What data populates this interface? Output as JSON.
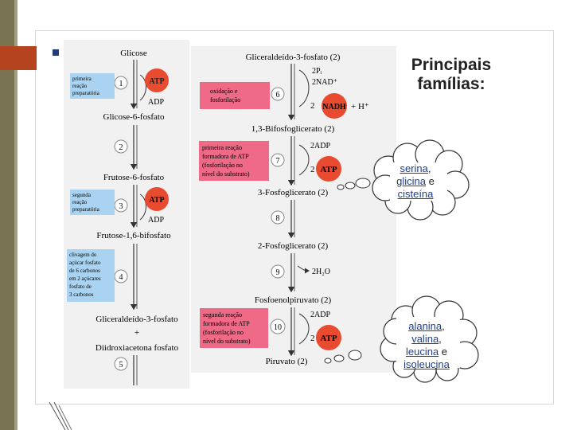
{
  "heading": {
    "line1": "Principais",
    "line2": "famílias:"
  },
  "left_panel": {
    "glicose": "Glicose",
    "atp": "ATP",
    "adp": "ADP",
    "glicose6p": "Glicose-6-fosfato",
    "frutose6p": "Frutose-6-fosfato",
    "frutose16bp": "Frutose-1,6-bifosfato",
    "gliceraldeido3p": "Gliceraldeído-3-fosfato",
    "plus": "+",
    "diidroxiacetona": "Diidroxiacetona fosfato",
    "steps": [
      "1",
      "2",
      "3",
      "4",
      "5"
    ],
    "notes": {
      "n1": [
        "primeira",
        "reação",
        "preparatória"
      ],
      "n3": [
        "segunda",
        "reação",
        "preparatória"
      ],
      "n4": [
        "clivagem do",
        "açúcar fosfato",
        "de 6 carbonos",
        "em 2 açúcares",
        "fosfato de",
        "3 carbonos"
      ]
    }
  },
  "right_panel": {
    "gliceraldeido3p2": "Gliceraldeído-3-fosfato (2)",
    "two_pi": "2Pᵢ",
    "two_nad": "2NAD⁺",
    "two": "2",
    "nadh": "NADH",
    "plus_h": "+ H⁺",
    "bifosfoglicerato": "1,3-Bifosfoglicerato (2)",
    "two_adp": "2ADP",
    "atp": "ATP",
    "fosfoglicerato3": "3-Fosfoglicerato (2)",
    "fosfoglicerato2": "2-Fosfoglicerato (2)",
    "two_h2o": "2H₂O",
    "fosfoenolpiruvato": "Fosfoenolpiruvato (2)",
    "piruvato": "Piruvato (2)",
    "steps": [
      "6",
      "7",
      "8",
      "9",
      "10"
    ],
    "notes": {
      "n6": [
        "oxidação e",
        "fosforilação"
      ],
      "n7": [
        "primeira reação",
        "formadora de ATP",
        "(fosforilação no",
        "nível do substrato)"
      ],
      "n10": [
        "segunda reação",
        "formadora de ATP",
        "(fosforilação no",
        "nível do substrato)"
      ]
    }
  },
  "cloud1": {
    "serina": "serina",
    "comma1": ",",
    "glicina": "glicina",
    "e": " e",
    "cisteina": "cisteína"
  },
  "cloud2": {
    "alanina": "alanina",
    "comma1": ",",
    "valina": "valina",
    "comma2": ",",
    "leucina": "leucina",
    "e": " e",
    "isoleucina": "isoleucina"
  },
  "colors": {
    "atp_circle": "#e84b2f",
    "note_blue": "#a9d3f0",
    "note_pink": "#ee6a86",
    "accent": "#b5431f"
  }
}
